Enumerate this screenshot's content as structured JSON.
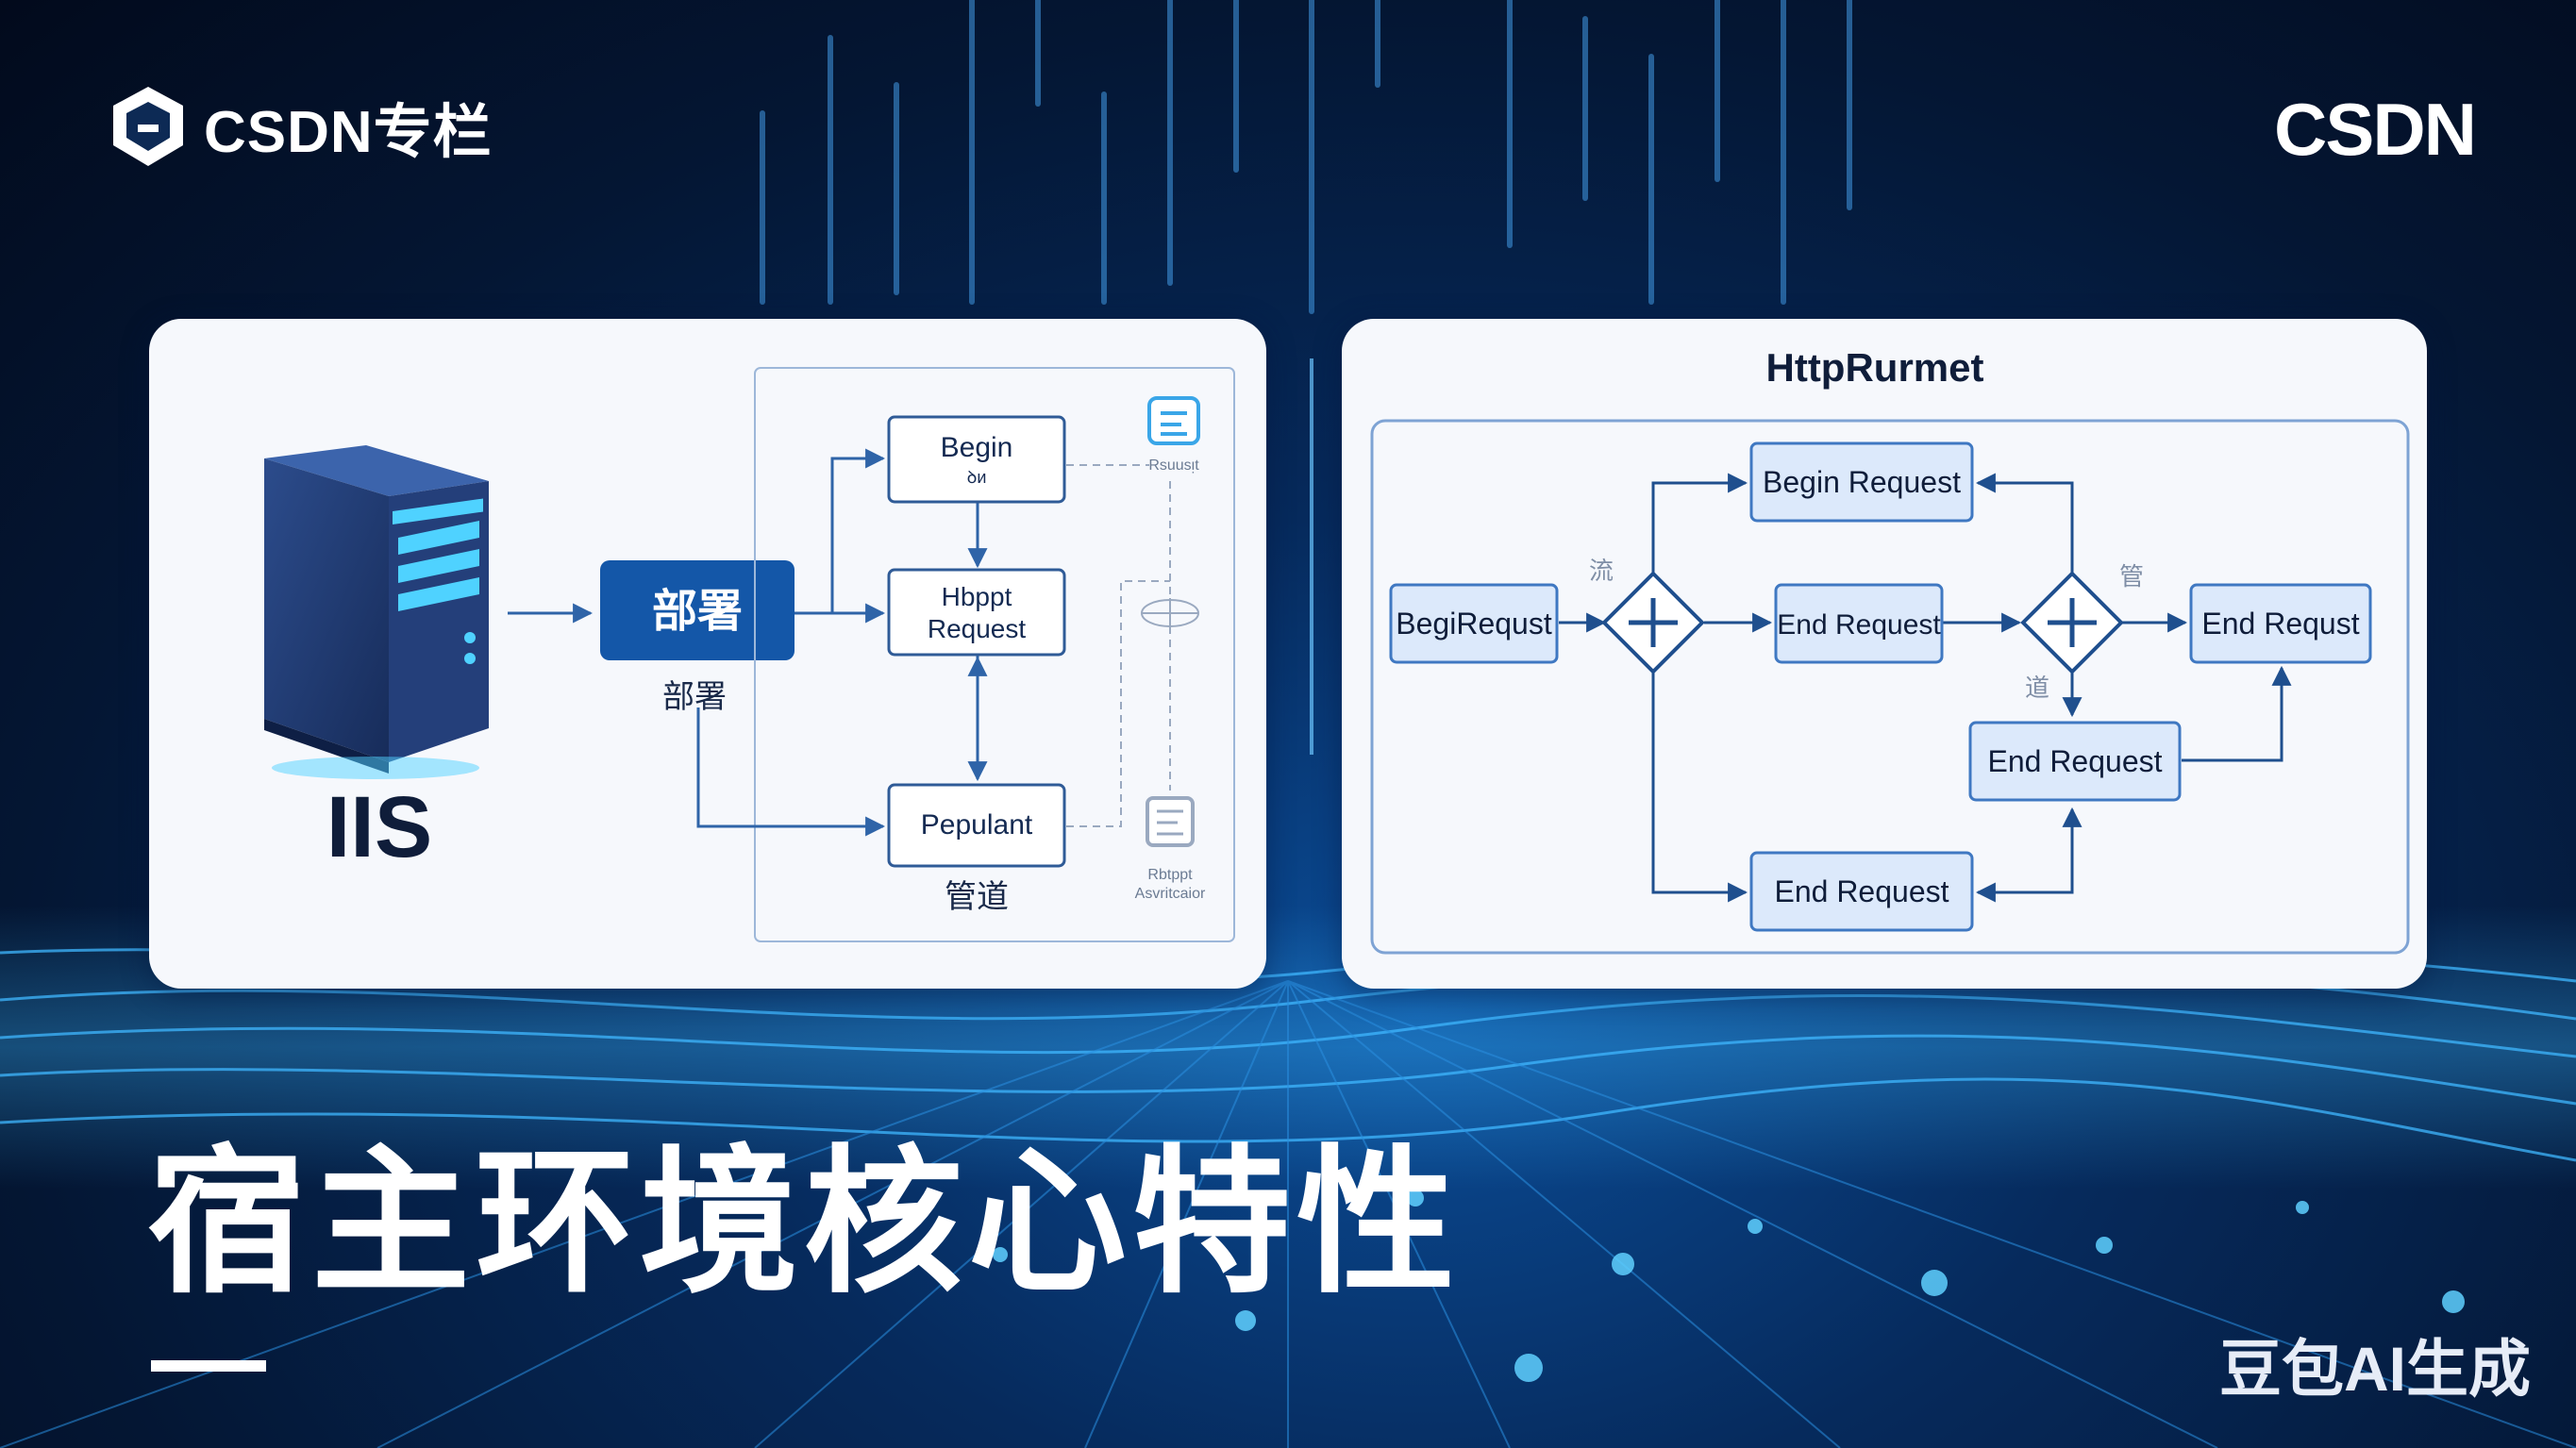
{
  "header": {
    "left_logo_text": "CSDN专栏",
    "right_logo_text": "CSDN"
  },
  "left_diagram": {
    "server_label": "IIS",
    "deploy_box_label": "部署",
    "deploy_caption": "部署",
    "node_begin": "Begin",
    "node_begin_sub": "ꝺᴎ",
    "node_http_line1": "Hbppt",
    "node_http_line2": "Request",
    "node_pipeline": "Pepulant",
    "pipeline_caption": "管道",
    "top_right_caption": "Rsuusᴉt",
    "bottom_right_caption_line1": "Rbtppt",
    "bottom_right_caption_line2": "Asvritcaior"
  },
  "right_diagram": {
    "title": "HttpRurmet",
    "nodes": {
      "begin_request": "Begin Request",
      "beg_request_left": "BegiRequst",
      "end_request_mid": "End Request",
      "end_request_right": "End Requst",
      "end_request_lower": "End Request",
      "end_request_bottom": "End Request"
    },
    "small_labels": [
      "流",
      "管",
      "道"
    ]
  },
  "title": "宿主环境核心特性",
  "watermark": "豆包AI生成"
}
